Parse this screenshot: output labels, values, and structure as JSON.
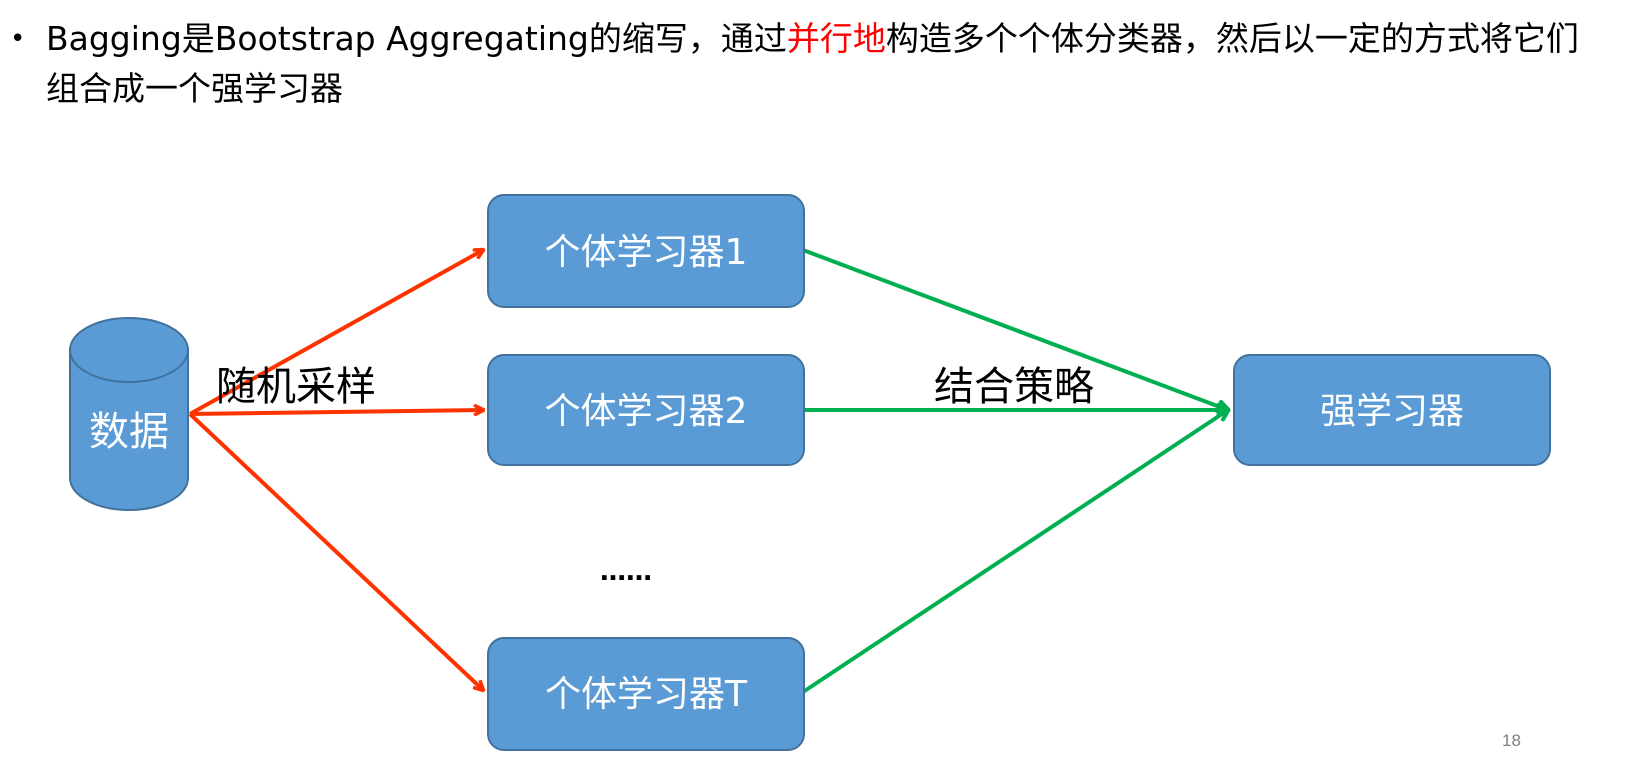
{
  "bullet": {
    "marker": "•",
    "text_before": "Bagging是Bootstrap Aggregating的缩写，通过",
    "text_highlight": "并行地",
    "text_after": "构造多个个体分类器，然后以一定的方式将它们组合成一个强学习器"
  },
  "diagram": {
    "data_node": "数据",
    "learners": [
      "个体学习器1",
      "个体学习器2",
      "个体学习器T"
    ],
    "ellipsis": "……",
    "sampling_label": "随机采样",
    "combination_label": "结合策略",
    "strong_learner": "强学习器"
  },
  "colors": {
    "node_fill": "#5b9bd5",
    "node_stroke": "#41719c",
    "sampling_arrow": "#ff3300",
    "combine_arrow": "#00b050",
    "highlight": "#ff0000"
  },
  "page_number": "18"
}
